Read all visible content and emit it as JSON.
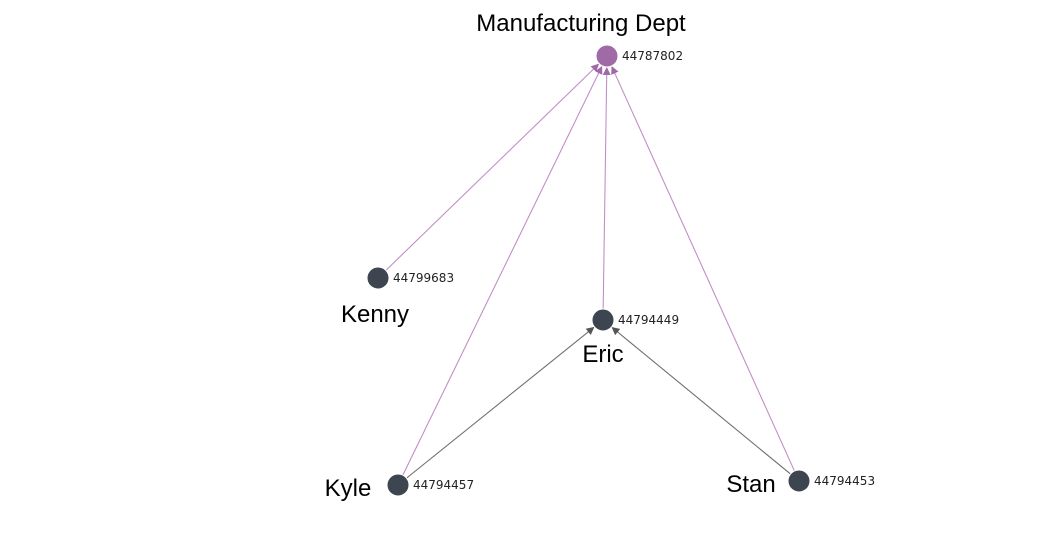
{
  "colors": {
    "department_node": "#a06aa6",
    "person_node": "#3d4550",
    "department_edge": "#c18fc6",
    "person_edge": "#6f6f6f",
    "department_arrow": "#a06aa6",
    "person_arrow": "#555555"
  },
  "nodes": [
    {
      "key": "dept",
      "id": "44787802",
      "name": "Manufacturing Dept",
      "kind": "department"
    },
    {
      "key": "kenny",
      "id": "44799683",
      "name": "Kenny",
      "kind": "person"
    },
    {
      "key": "eric",
      "id": "44794449",
      "name": "Eric",
      "kind": "person"
    },
    {
      "key": "kyle",
      "id": "44794457",
      "name": "Kyle",
      "kind": "person"
    },
    {
      "key": "stan",
      "id": "44794453",
      "name": "Stan",
      "kind": "person"
    }
  ],
  "edges": [
    {
      "from": "kenny",
      "to": "dept",
      "kind": "department"
    },
    {
      "from": "kyle",
      "to": "dept",
      "kind": "department"
    },
    {
      "from": "eric",
      "to": "dept",
      "kind": "department"
    },
    {
      "from": "stan",
      "to": "dept",
      "kind": "department"
    },
    {
      "from": "kyle",
      "to": "eric",
      "kind": "person"
    },
    {
      "from": "stan",
      "to": "eric",
      "kind": "person"
    }
  ]
}
